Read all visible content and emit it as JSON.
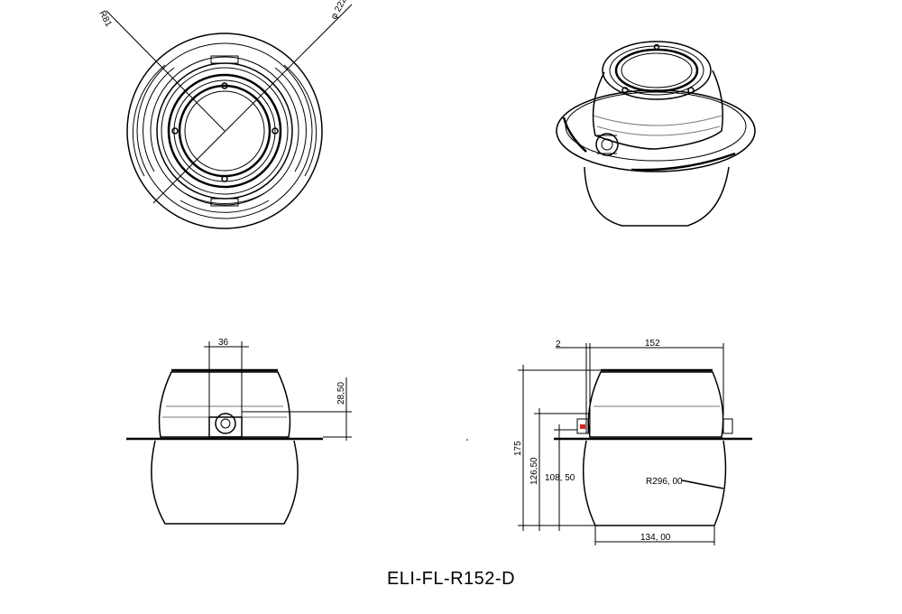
{
  "drawing": {
    "title": "ELI-FL-R152-D",
    "top_view": {
      "radius_label": "R81",
      "diameter_label": "φ 222"
    },
    "front_view": {
      "width_label": "36",
      "height_label": "28,50"
    },
    "side_view": {
      "wall_label": "2",
      "top_width_label": "152",
      "total_height_label": "175",
      "body_height_label": "126,50",
      "inner_height_label": "108, 50",
      "bottom_width_label": "134, 00",
      "radius_label": "R296, 00"
    }
  }
}
